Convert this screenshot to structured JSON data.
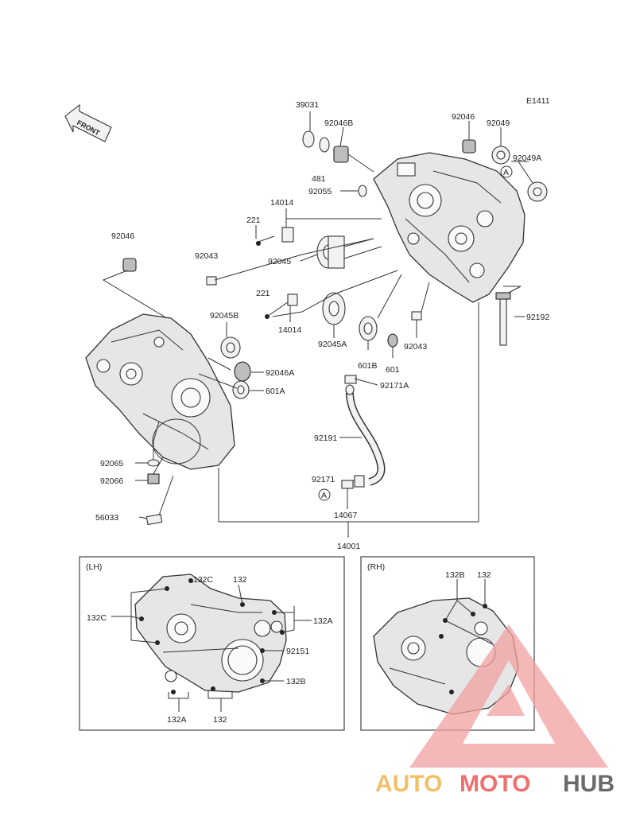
{
  "diagram_code": "E1411",
  "front_label": "FRONT",
  "callouts": {
    "p39031": "39031",
    "p92046b": "92046B",
    "p92046_top": "92046",
    "p92049": "92049",
    "p92049a": "92049A",
    "p481": "481",
    "p92055": "92055",
    "p14014_top": "14014",
    "p221_top": "221",
    "p92046_left": "92046",
    "p92043_left": "92043",
    "p92045": "92045",
    "p221_mid": "221",
    "p92045b": "92045B",
    "p14014_mid": "14014",
    "p92045a": "92045A",
    "p92043_right": "92043",
    "p601b": "601B",
    "p601": "601",
    "p92046a": "92046A",
    "p601a": "601A",
    "p92171a": "92171A",
    "p92192": "92192",
    "p92191": "92191",
    "p92065": "92065",
    "p92066": "92066",
    "p92171": "92171",
    "p14067": "14067",
    "p56033": "56033",
    "p14001": "14001",
    "ref_a1": "A",
    "ref_a2": "A"
  },
  "lh_panel": {
    "label": "(LH)",
    "c132c_top": "132C",
    "c132_top": "132",
    "c132c_left": "132C",
    "c132a_right": "132A",
    "c92151": "92151",
    "c132b": "132B",
    "c132a_bottom": "132A",
    "c132_bottom": "132"
  },
  "rh_panel": {
    "label": "(RH)",
    "c132b": "132B",
    "c132": "132"
  },
  "watermark": {
    "part1": "AUTO",
    "part2": "MOTO",
    "part3": "HUB"
  },
  "colors": {
    "watermark_red": "#f07070",
    "watermark_orange": "#f3c06a",
    "watermark_gray": "#6a6a6a"
  }
}
